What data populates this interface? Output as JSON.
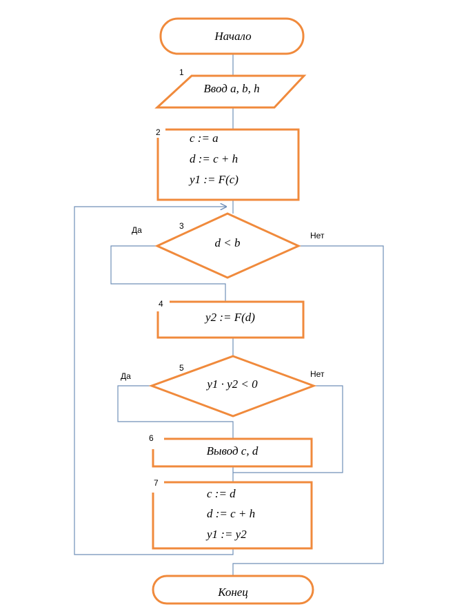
{
  "start": {
    "label": "Начало"
  },
  "end": {
    "label": "Конец"
  },
  "blocks": [
    {
      "number": "1",
      "lines": [
        "Ввод  a, b, h"
      ]
    },
    {
      "number": "2",
      "lines": [
        "c := a",
        "d := c + h",
        "y1 := F(c)"
      ]
    },
    {
      "number": "3",
      "lines": [
        "d < b"
      ]
    },
    {
      "number": "4",
      "lines": [
        "y2 := F(d)"
      ]
    },
    {
      "number": "5",
      "lines": [
        "y1 · y2 < 0"
      ]
    },
    {
      "number": "6",
      "lines": [
        "Вывод  c, d"
      ]
    },
    {
      "number": "7",
      "lines": [
        "c := d",
        "d := c + h",
        "y1 := y2"
      ]
    }
  ],
  "branches": {
    "yes": "Да",
    "no": "Нет"
  },
  "colors": {
    "shape_stroke": "#F08A3C",
    "connector": "#6F8FB8"
  }
}
